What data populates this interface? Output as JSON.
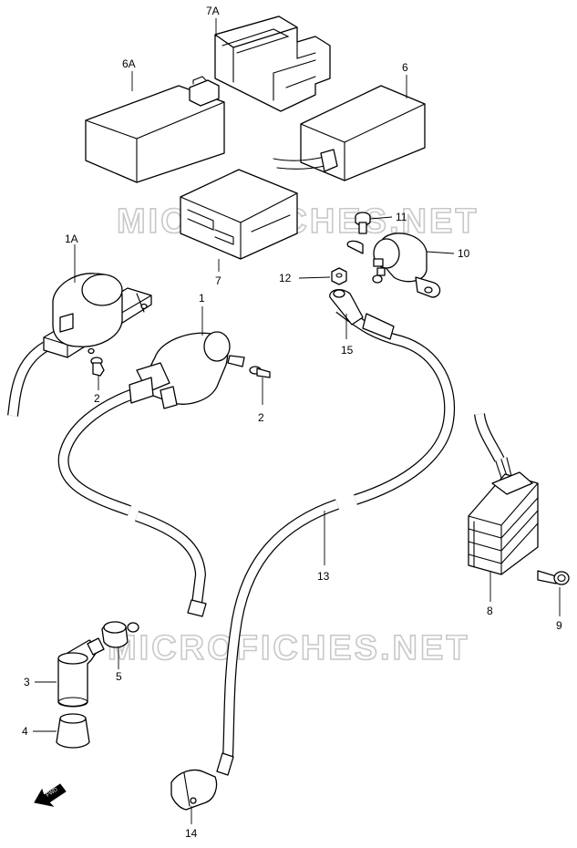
{
  "watermark": "MICROFICHES.NET",
  "fwd_label": "FWD",
  "parts": [
    {
      "id": "7A"
    },
    {
      "id": "6A"
    },
    {
      "id": "6"
    },
    {
      "id": "7"
    },
    {
      "id": "11"
    },
    {
      "id": "10"
    },
    {
      "id": "12"
    },
    {
      "id": "15"
    },
    {
      "id": "1A"
    },
    {
      "id": "1"
    },
    {
      "id": "2a"
    },
    {
      "id": "2b"
    },
    {
      "id": "13"
    },
    {
      "id": "8"
    },
    {
      "id": "9"
    },
    {
      "id": "3"
    },
    {
      "id": "5"
    },
    {
      "id": "4"
    },
    {
      "id": "14"
    }
  ],
  "labels": {
    "p7A": "7A",
    "p6A": "6A",
    "p6": "6",
    "p7": "7",
    "p11": "11",
    "p10": "10",
    "p12": "12",
    "p15": "15",
    "p1A": "1A",
    "p1": "1",
    "p2a": "2",
    "p2b": "2",
    "p13": "13",
    "p8": "8",
    "p9": "9",
    "p3": "3",
    "p5": "5",
    "p4": "4",
    "p14": "14"
  }
}
